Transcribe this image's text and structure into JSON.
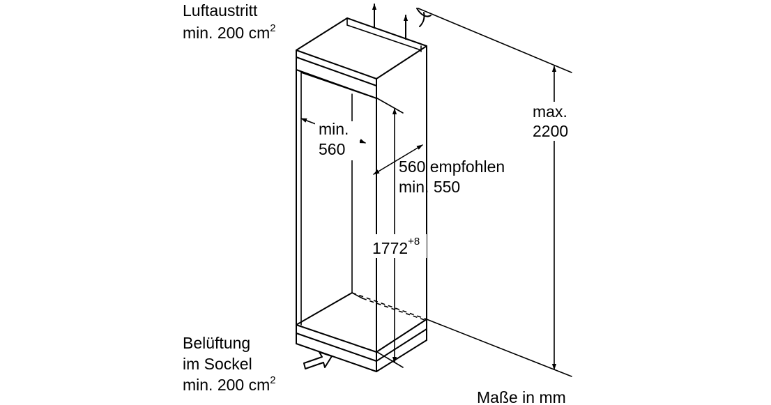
{
  "labels": {
    "air_outlet": {
      "line1": "Luftaustritt",
      "line2": "min. 200 cm",
      "sup": "2"
    },
    "ventilation": {
      "line1": "Belüftung",
      "line2": "im Sockel",
      "line3": "min. 200 cm",
      "sup": "2"
    },
    "width": {
      "line1": "min.",
      "line2": "560"
    },
    "depth": {
      "line1": "560 empfohlen",
      "line2": "min. 550"
    },
    "height": {
      "value": "1772",
      "sup": "+8"
    },
    "max_height": {
      "line1": "max.",
      "line2": "2200"
    },
    "units": "Maße in mm"
  }
}
